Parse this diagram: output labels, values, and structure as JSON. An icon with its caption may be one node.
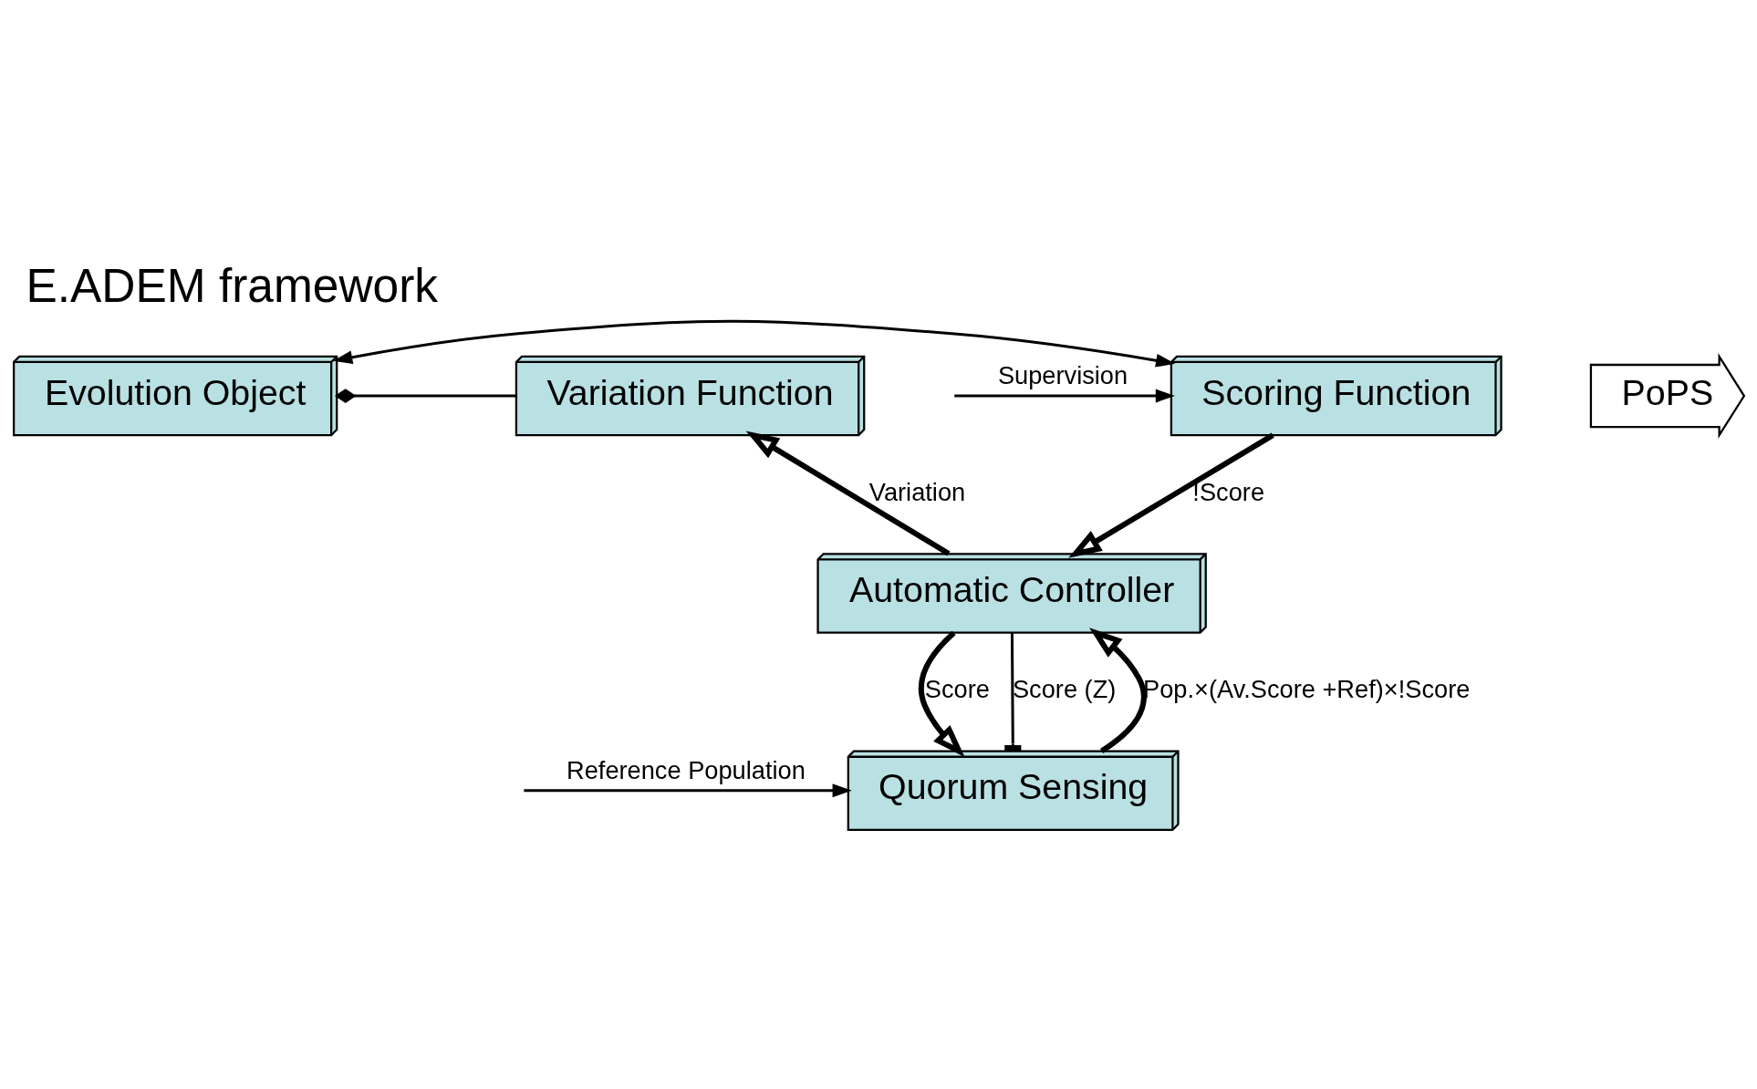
{
  "diagram": {
    "title": "E.ADEM framework",
    "nodes": [
      {
        "text": [
          "Evolution Object"
        ]
      },
      {
        "text": [
          "Scoring Function"
        ]
      },
      {
        "text": [
          "Variation Function"
        ]
      },
      {
        "text": [
          "Automatic Controller"
        ]
      },
      {
        "text": [
          "Quorum Sensing"
        ]
      },
      {
        "text": [
          "PoPS"
        ]
      }
    ],
    "edges": [
      {
        "from": 1,
        "to": 0,
        "arrow": "both"
      },
      {
        "from": 2,
        "to": 0,
        "arrow": "other"
      },
      {
        "from": null,
        "to": 1,
        "arrow": "to",
        "label": "Supervision"
      },
      {
        "from": 1,
        "to": 3,
        "arrow": "to",
        "label": "!Score",
        "style": "thick"
      },
      {
        "from": 3,
        "to": 2,
        "arrow": "to",
        "label": "Variation",
        "style": "thick"
      },
      {
        "from": 3,
        "to": 4,
        "arrow": "other",
        "label": "Score (Z)"
      },
      {
        "from": 3,
        "to": 4,
        "arrow": "to",
        "label": "Score",
        "style": "thick"
      },
      {
        "from": 4,
        "to": 3,
        "arrow": "to",
        "label": "Pop.×(Av.Score +Ref)×!Score",
        "style": "thick"
      },
      {
        "from": null,
        "to": 4,
        "arrow": "to",
        "label": "Reference Population"
      }
    ]
  }
}
